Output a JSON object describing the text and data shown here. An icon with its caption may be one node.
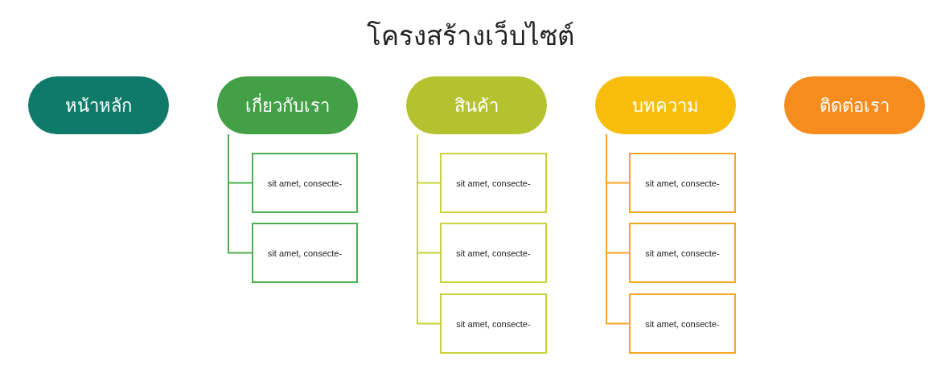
{
  "diagram": {
    "title": "โครงสร้างเว็บไซต์",
    "nodes": [
      {
        "text": [
          "หน้าหลัก"
        ]
      },
      {
        "text": [
          "เกี่ยวกับเรา"
        ]
      },
      {
        "text": [
          "สินค้า"
        ]
      },
      {
        "text": [
          "บทความ"
        ]
      },
      {
        "text": [
          "ติดต่อเรา"
        ]
      },
      {
        "text": [
          "sit amet, consecte-"
        ]
      },
      {
        "text": [
          "sit amet, consecte-"
        ]
      },
      {
        "text": [
          "sit amet, consecte-"
        ]
      },
      {
        "text": [
          "sit amet, consecte-"
        ]
      },
      {
        "text": [
          "sit amet, consecte-"
        ]
      },
      {
        "text": [
          "sit amet, consecte-"
        ]
      },
      {
        "text": [
          "sit amet, consecte-"
        ]
      },
      {
        "text": [
          "sit amet, consecte-"
        ]
      }
    ],
    "edges": [
      {
        "from": 1,
        "to": 5,
        "arrow": "none",
        "color": "#4caf50"
      },
      {
        "from": 1,
        "to": 6,
        "arrow": "none",
        "color": "#4caf50"
      },
      {
        "from": 2,
        "to": 7,
        "arrow": "none",
        "color": "#c8d43a"
      },
      {
        "from": 2,
        "to": 8,
        "arrow": "none",
        "color": "#c8d43a"
      },
      {
        "from": 2,
        "to": 9,
        "arrow": "none",
        "color": "#c8d43a"
      },
      {
        "from": 3,
        "to": 10,
        "arrow": "none",
        "color": "#f5a623"
      },
      {
        "from": 3,
        "to": 11,
        "arrow": "none",
        "color": "#f5a623"
      },
      {
        "from": 3,
        "to": 12,
        "arrow": "none",
        "color": "#f5a623"
      }
    ]
  }
}
